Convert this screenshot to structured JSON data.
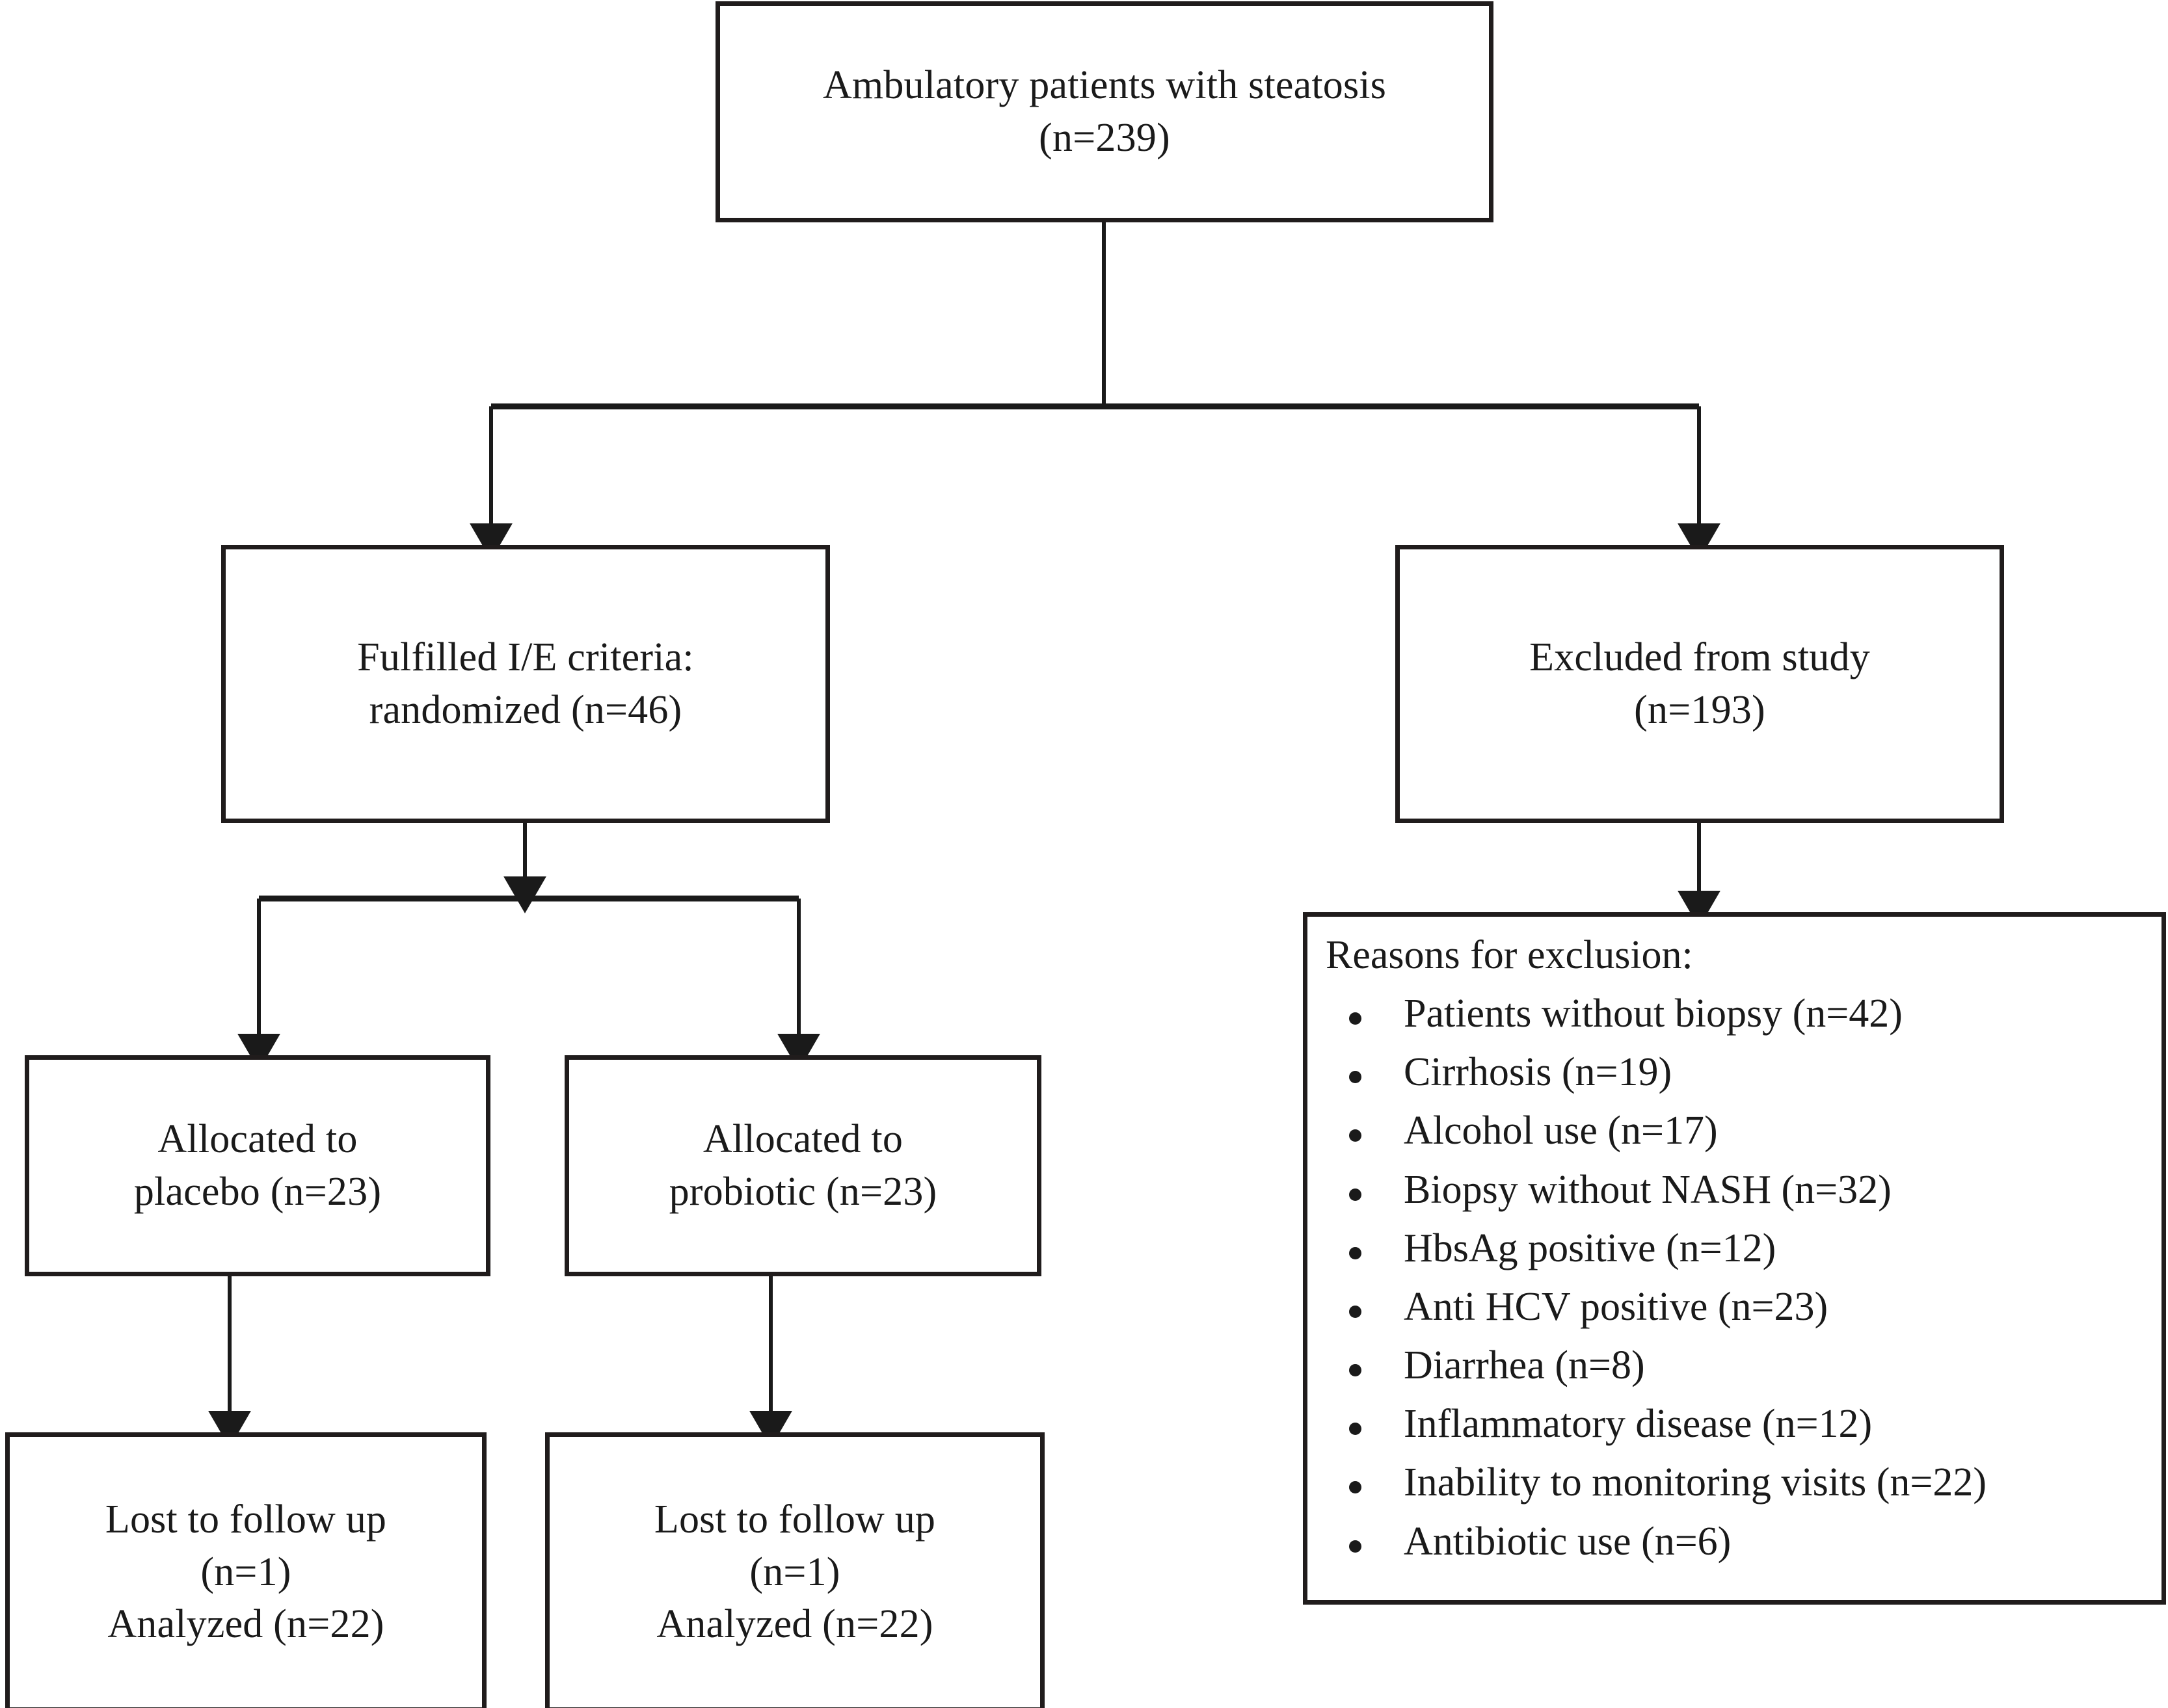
{
  "diagram": {
    "type": "consort-flow-diagram",
    "nodes": {
      "source": "Ambulatory patients with steatosis\n(n=239)",
      "included": "Fulfilled I/E criteria:\nrandomized (n=46)",
      "excluded": "Excluded from study\n(n=193)",
      "allocated_placebo": "Allocated to\nplacebo (n=23)",
      "allocated_probiotic": "Allocated to\nprobiotic (n=23)",
      "outcome_placebo": "Lost to follow up\n(n=1)\nAnalyzed (n=22)",
      "outcome_probiotic": "Lost to follow up\n(n=1)\nAnalyzed (n=22)"
    },
    "reasons": {
      "title": "Reasons for exclusion:",
      "items": [
        "Patients without biopsy (n=42)",
        "Cirrhosis (n=19)",
        "Alcohol use (n=17)",
        "Biopsy without NASH (n=32)",
        "HbsAg positive (n=12)",
        "Anti HCV positive (n=23)",
        "Diarrhea (n=8)",
        "Inflammatory disease (n=12)",
        "Inability to monitoring visits (n=22)",
        "Antibiotic use (n=6)"
      ]
    },
    "counts": {
      "screened": 239,
      "randomized": 46,
      "excluded": 193,
      "placebo_allocated": 23,
      "probiotic_allocated": 23,
      "placebo_lost": 1,
      "probiotic_lost": 1,
      "placebo_analyzed": 22,
      "probiotic_analyzed": 22
    },
    "colors": {
      "stroke": "#201c1c",
      "background": "#ffffff",
      "text": "#1a1a1a"
    }
  }
}
